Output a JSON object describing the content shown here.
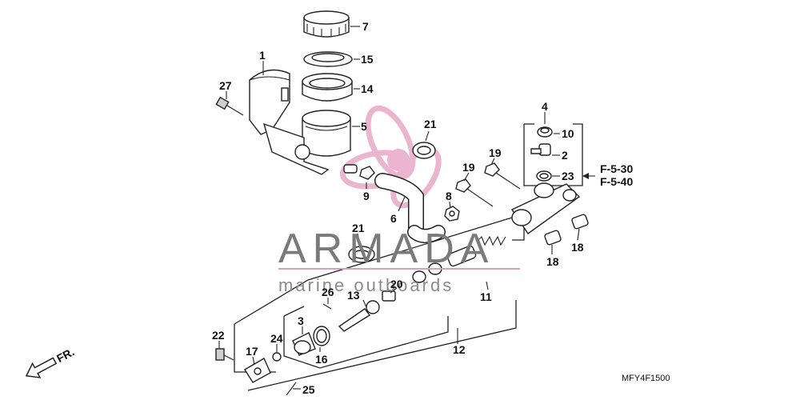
{
  "diagram": {
    "callouts": {
      "c1": "1",
      "c2": "2",
      "c3": "3",
      "c4": "4",
      "c5": "5",
      "c6": "6",
      "c7": "7",
      "c8": "8",
      "c9": "9",
      "c10": "10",
      "c11": "11",
      "c12": "12",
      "c13": "13",
      "c14": "14",
      "c15": "15",
      "c16": "16",
      "c17": "17",
      "c18a": "18",
      "c18b": "18",
      "c19a": "19",
      "c19b": "19",
      "c20": "20",
      "c21a": "21",
      "c21b": "21",
      "c22": "22",
      "c23": "23",
      "c24": "24",
      "c25": "25",
      "c26": "26",
      "c27": "27"
    },
    "references": [
      "F-5-30",
      "F-5-40"
    ],
    "direction_label": "FR.",
    "diagram_code": "MFY4F1500"
  },
  "watermark": {
    "title": "ARMADA",
    "subtitle": "marine outboards",
    "colors": {
      "text": "#7a7a7a",
      "logo": "#e8a9c8"
    }
  }
}
